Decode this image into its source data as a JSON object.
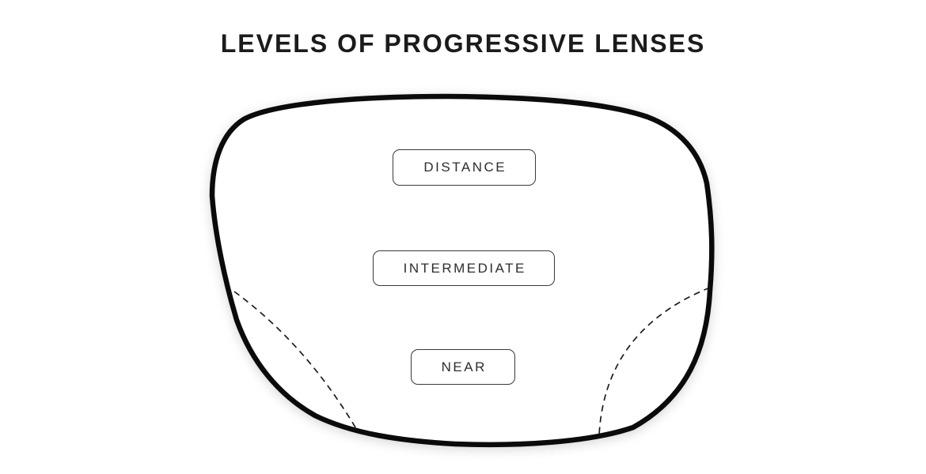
{
  "page": {
    "title": "LEVELS OF PROGRESSIVE LENSES",
    "background_color": "#ffffff",
    "outline_color": "#0b0b0b",
    "box_border_color": "#3a3a3a",
    "text_color": "#2d2d2d"
  },
  "lens": {
    "shape": "progressive-lens-outline",
    "zones": [
      {
        "id": "distance",
        "label": "DISTANCE",
        "position": "top-center"
      },
      {
        "id": "intermediate",
        "label": "INTERMEDIATE",
        "position": "middle-center"
      },
      {
        "id": "near",
        "label": "NEAR",
        "position": "bottom-center"
      }
    ],
    "dashed_regions": [
      {
        "id": "left-peripheral-zone",
        "style": "dashed-curve",
        "corner": "bottom-left"
      },
      {
        "id": "right-peripheral-zone",
        "style": "dashed-curve",
        "corner": "bottom-right"
      }
    ]
  }
}
